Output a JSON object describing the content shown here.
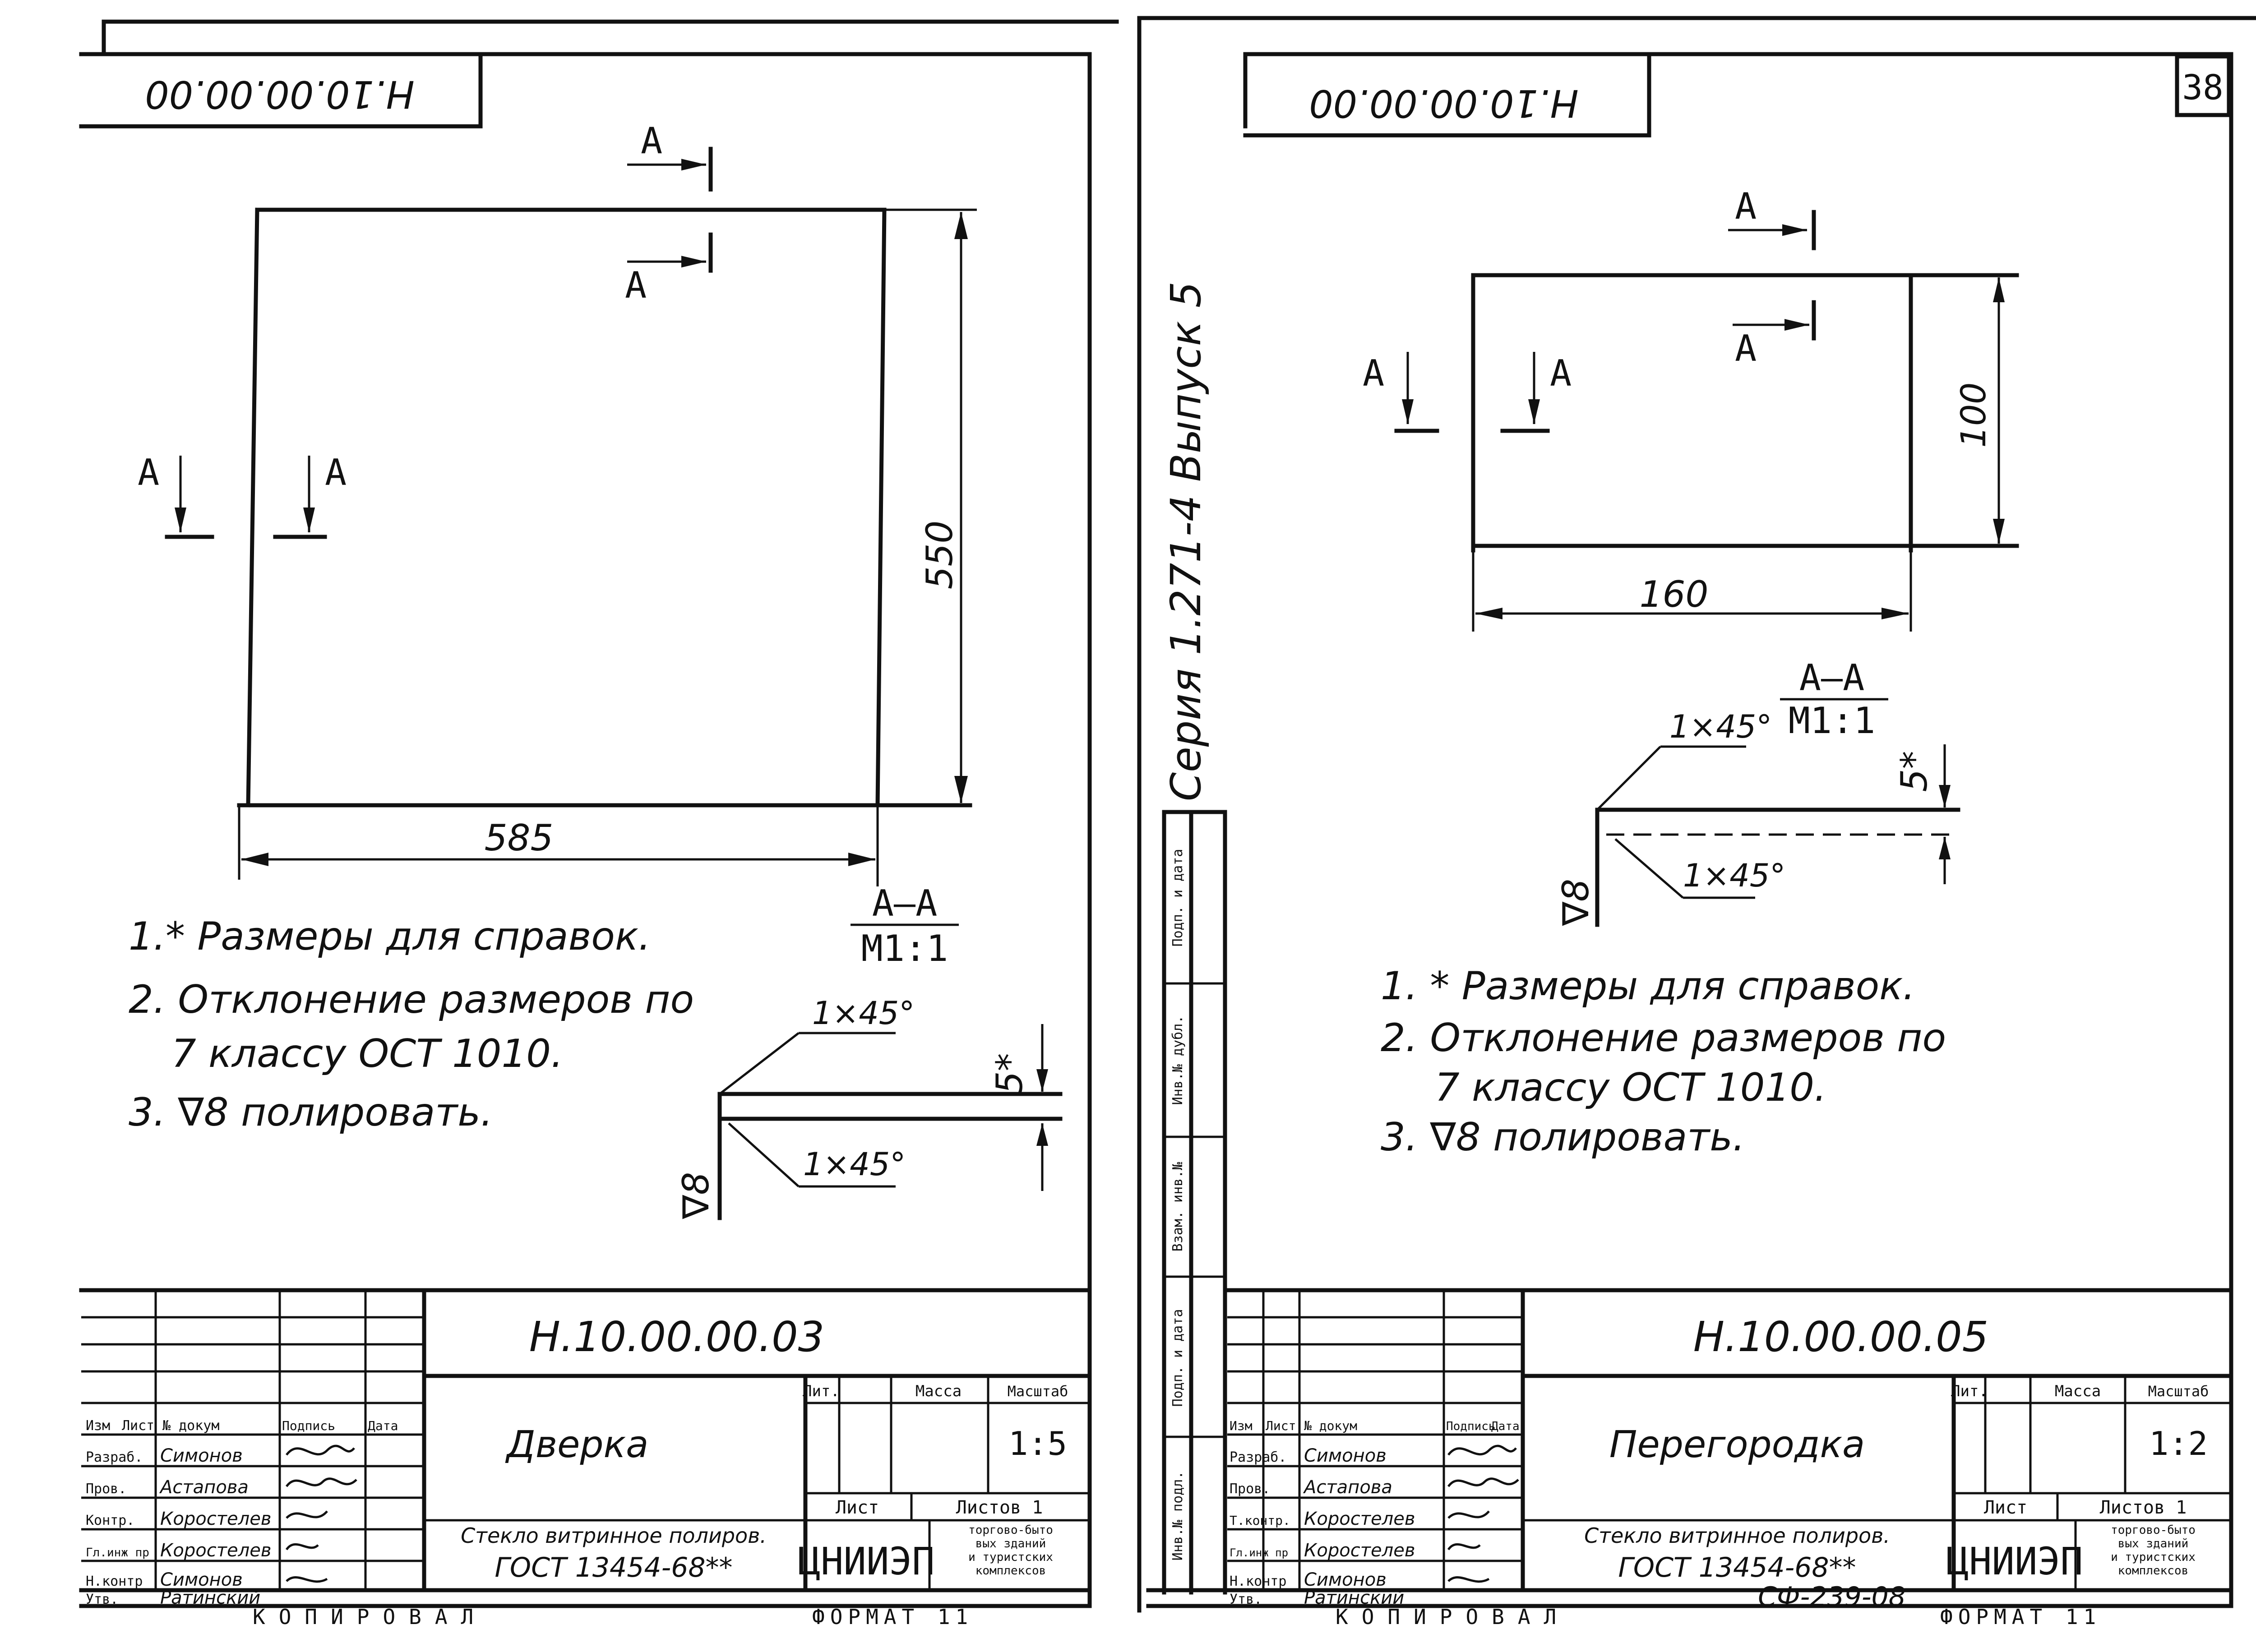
{
  "sheet_left": {
    "corner_code": "Н.10.00.00.00",
    "section_mark": "А",
    "dims": {
      "height": "550",
      "width": "585"
    },
    "section_title": "А–А",
    "section_scale": "М1:1",
    "chamfer_top": "1×45°",
    "chamfer_bottom": "1×45°",
    "thickness": "5*",
    "roughness": "∇8",
    "notes": [
      "1.* Размеры для справок.",
      "2. Отклонение размеров по",
      "7 классу ОСТ 1010.",
      "3. ∇8 полировать."
    ],
    "title_block": {
      "doc_code": "Н.10.00.00.03",
      "name": "Дверка",
      "material_line1": "Стекло витринное полиров.",
      "material_line2": "ГОСТ 13454-68**",
      "col_lit": "Лит.",
      "col_mass": "Масса",
      "col_scale": "Масштаб",
      "scale": "1:5",
      "sheet": "Лист",
      "sheets": "Листов 1",
      "org_name": "ЦНИИЭП",
      "org_desc": [
        "торгово-быто",
        "вых зданий",
        "и туристских",
        "комплексов"
      ],
      "headers": [
        "Изм",
        "Лист",
        "№ докум",
        "Подпись",
        "Дата"
      ],
      "roles": [
        "Разраб.",
        "Пров.",
        "Контр.",
        "Гл.инж пр",
        "Н.контр",
        "Утв."
      ],
      "names": [
        "Симонов",
        "Астапова",
        "Коростелев",
        "Коростелев",
        "Симонов",
        "Ратинский"
      ],
      "copied": "КОПИРОВАЛ",
      "format": "ФОРМАТ 11"
    }
  },
  "sheet_right": {
    "page_number": "38",
    "corner_code": "Н.10.00.00.00",
    "series_label": "Серия 1.271-4   Выпуск 5",
    "section_mark": "А",
    "dims": {
      "height": "100",
      "width": "160"
    },
    "section_title": "А–А",
    "section_scale": "М1:1",
    "chamfer_top": "1×45°",
    "chamfer_bottom": "1×45°",
    "thickness": "5*",
    "roughness": "∇8",
    "side_stamps": [
      "Инв.№ подл.",
      "Подп. и дата",
      "Взам. инв.№",
      "Инв.№ дубл.",
      "Подп. и дата"
    ],
    "notes": [
      "1. * Размеры для справок.",
      "2. Отклонение размеров по",
      "7 классу ОСТ 1010.",
      "3. ∇8 полировать."
    ],
    "title_block": {
      "doc_code": "Н.10.00.00.05",
      "name": "Перегородка",
      "material_line1": "Стекло витринное полиров.",
      "material_line2": "ГОСТ 13454-68**",
      "col_lit": "Лит.",
      "col_mass": "Масса",
      "col_scale": "Масштаб",
      "scale": "1:2",
      "sheet": "Лист",
      "sheets": "Листов 1",
      "org_name": "ЦНИИЭП",
      "org_desc": [
        "торгово-быто",
        "вых зданий",
        "и туристских",
        "комплексов"
      ],
      "headers": [
        "Изм",
        "Лист",
        "№ докум",
        "Подпись",
        "Дата"
      ],
      "roles": [
        "Разраб.",
        "Пров.",
        "Т.контр.",
        "Гл.инж пр",
        "Н.контр",
        "Утв."
      ],
      "names": [
        "Симонов",
        "Астапова",
        "Коростелев",
        "Коростелев",
        "Симонов",
        "Ратинский"
      ],
      "copied": "КОПИРОВАЛ",
      "format": "ФОРМАТ 11",
      "stamp_code": "СФ-239-08"
    }
  }
}
